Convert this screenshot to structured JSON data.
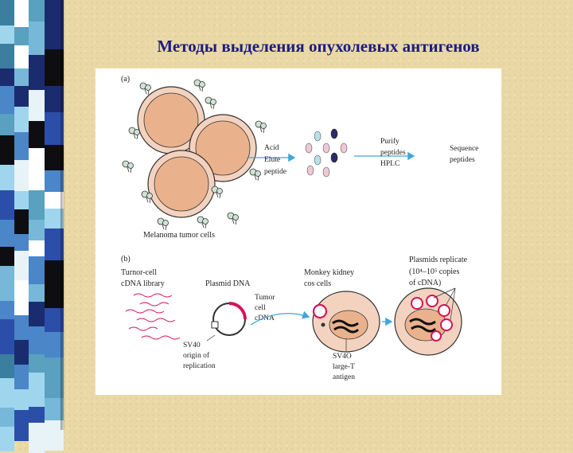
{
  "slide": {
    "title": "Методы выделения опухолевых антигенов"
  },
  "figure": {
    "panel_a": {
      "label": "(a)",
      "cells_label": "Melanoma tumor cells",
      "step1": [
        "Acid",
        "Elute",
        "peptide"
      ],
      "step2": [
        "Purify",
        "peptides",
        "HPLC"
      ],
      "step3": [
        "Sequence",
        "peptides"
      ]
    },
    "panel_b": {
      "label": "(b)",
      "library_label": [
        "Turnor-cell",
        "cDNA library"
      ],
      "plasmid_label": "Plasmid DNA",
      "insert_label": [
        "Tumor",
        "cell",
        "cDNA"
      ],
      "origin_label": [
        "SV40",
        "origin of",
        "replication"
      ],
      "monkey_label": [
        "Monkey kidney",
        "cos cells"
      ],
      "antigen_label": [
        "SV4O",
        "large-T",
        "antigen"
      ],
      "replicate_label": [
        "Plasmids replicate",
        "(10⁴–10⁵ copies",
        "of cDNA)"
      ]
    }
  },
  "colors": {
    "title": "#1c1b86",
    "cell_outer": "#f3d3bf",
    "cell_inner": "#e9b28d",
    "arrow": "#3fa7d6",
    "insert": "#d4145a"
  }
}
